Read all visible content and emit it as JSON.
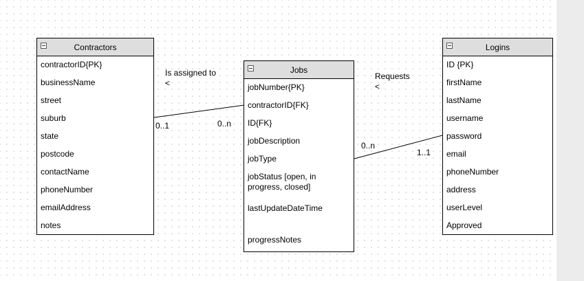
{
  "entities": {
    "contractors": {
      "title": "Contractors",
      "attributes": [
        "contractorID{PK}",
        "businessName",
        "street",
        "suburb",
        "state",
        "postcode",
        "contactName",
        "phoneNumber",
        "emailAddress",
        "notes"
      ]
    },
    "jobs": {
      "title": "Jobs",
      "attributes": [
        "jobNumber{PK}",
        "contractorID{FK}",
        "ID{FK}",
        "jobDescription",
        "jobType",
        "jobStatus [open, in\nprogress, closed]",
        "lastUpdateDateTime",
        "progressNotes"
      ]
    },
    "logins": {
      "title": "Logins",
      "attributes": [
        "ID {PK}",
        "firstName",
        "lastName",
        "username",
        "password",
        "email",
        "phoneNumber",
        "address",
        "userLevel",
        "Approved"
      ]
    }
  },
  "relationships": {
    "assigned": {
      "name": "Is assigned to",
      "direction": "<",
      "contractors_multiplicity": "0..1",
      "jobs_multiplicity": "0..n"
    },
    "requests": {
      "name": "Requests",
      "direction": "<",
      "jobs_multiplicity": "0..n",
      "logins_multiplicity": "1..1"
    }
  }
}
